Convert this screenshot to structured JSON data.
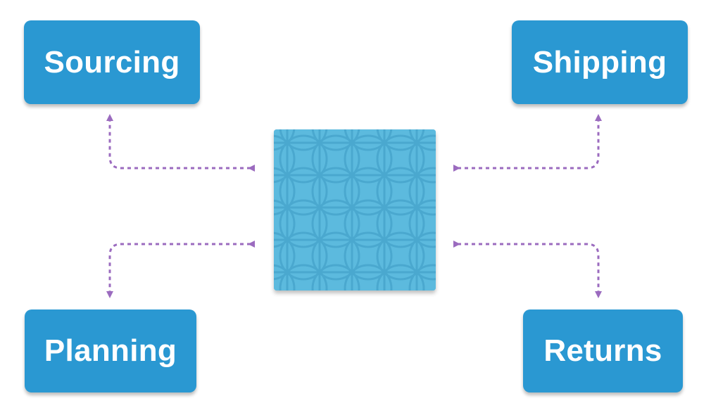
{
  "diagram": {
    "nodes": [
      {
        "id": "sourcing",
        "label": "Sourcing"
      },
      {
        "id": "shipping",
        "label": "Shipping"
      },
      {
        "id": "planning",
        "label": "Planning"
      },
      {
        "id": "returns",
        "label": "Returns"
      }
    ],
    "hub": {
      "icon": "verified-badge-icon"
    },
    "connectors": [
      {
        "from": "hub",
        "to": "sourcing",
        "style": "dotted",
        "arrows": "both"
      },
      {
        "from": "hub",
        "to": "shipping",
        "style": "dotted",
        "arrows": "both"
      },
      {
        "from": "hub",
        "to": "planning",
        "style": "dotted",
        "arrows": "both"
      },
      {
        "from": "hub",
        "to": "returns",
        "style": "dotted",
        "arrows": "both"
      }
    ],
    "colors": {
      "node_fill": "#2a98d2",
      "node_text": "#ffffff",
      "hub_fill": "#5cbade",
      "hub_pattern": "#4aa8cf",
      "connector": "#9b6bbf"
    }
  }
}
